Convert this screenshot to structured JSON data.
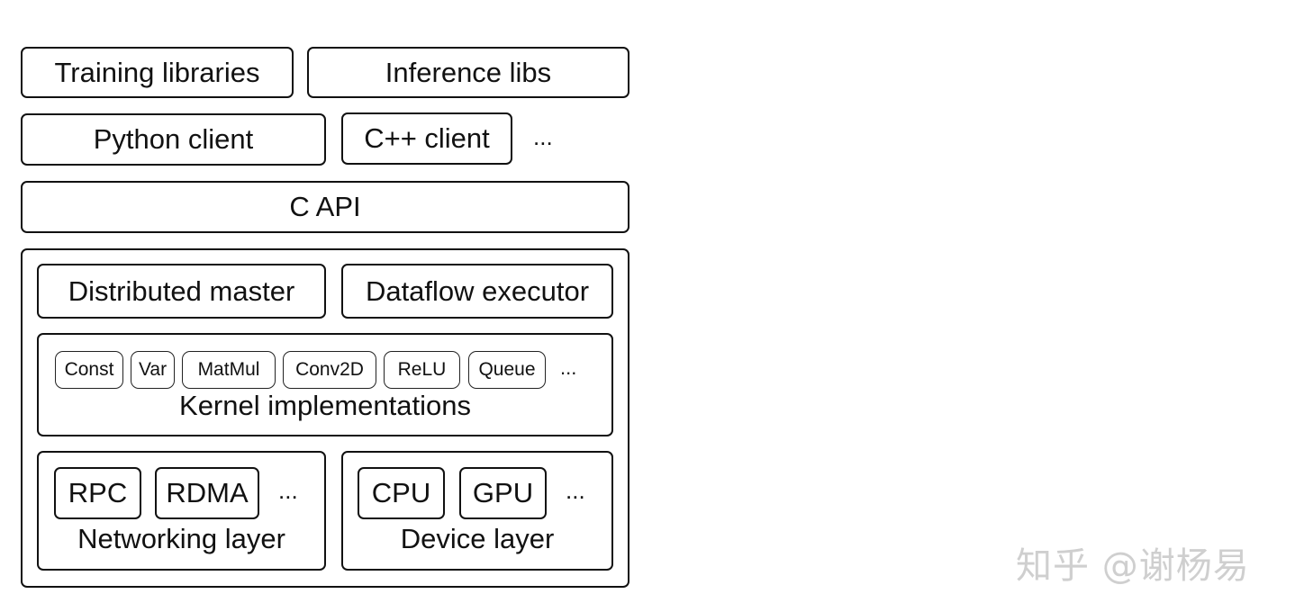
{
  "layers": {
    "training_libraries": "Training libraries",
    "inference_libs": "Inference libs",
    "python_client": "Python client",
    "cpp_client": "C++ client",
    "clients_more": "...",
    "c_api": "C API"
  },
  "runtime": {
    "distributed_master": "Distributed master",
    "dataflow_executor": "Dataflow executor",
    "kernels": {
      "ops": [
        "Const",
        "Var",
        "MatMul",
        "Conv2D",
        "ReLU",
        "Queue"
      ],
      "more": "...",
      "label": "Kernel implementations"
    },
    "networking": {
      "items": [
        "RPC",
        "RDMA"
      ],
      "more": "...",
      "label": "Networking layer"
    },
    "device": {
      "items": [
        "CPU",
        "GPU"
      ],
      "more": "...",
      "label": "Device layer"
    }
  },
  "watermark": "知乎 @谢杨易"
}
